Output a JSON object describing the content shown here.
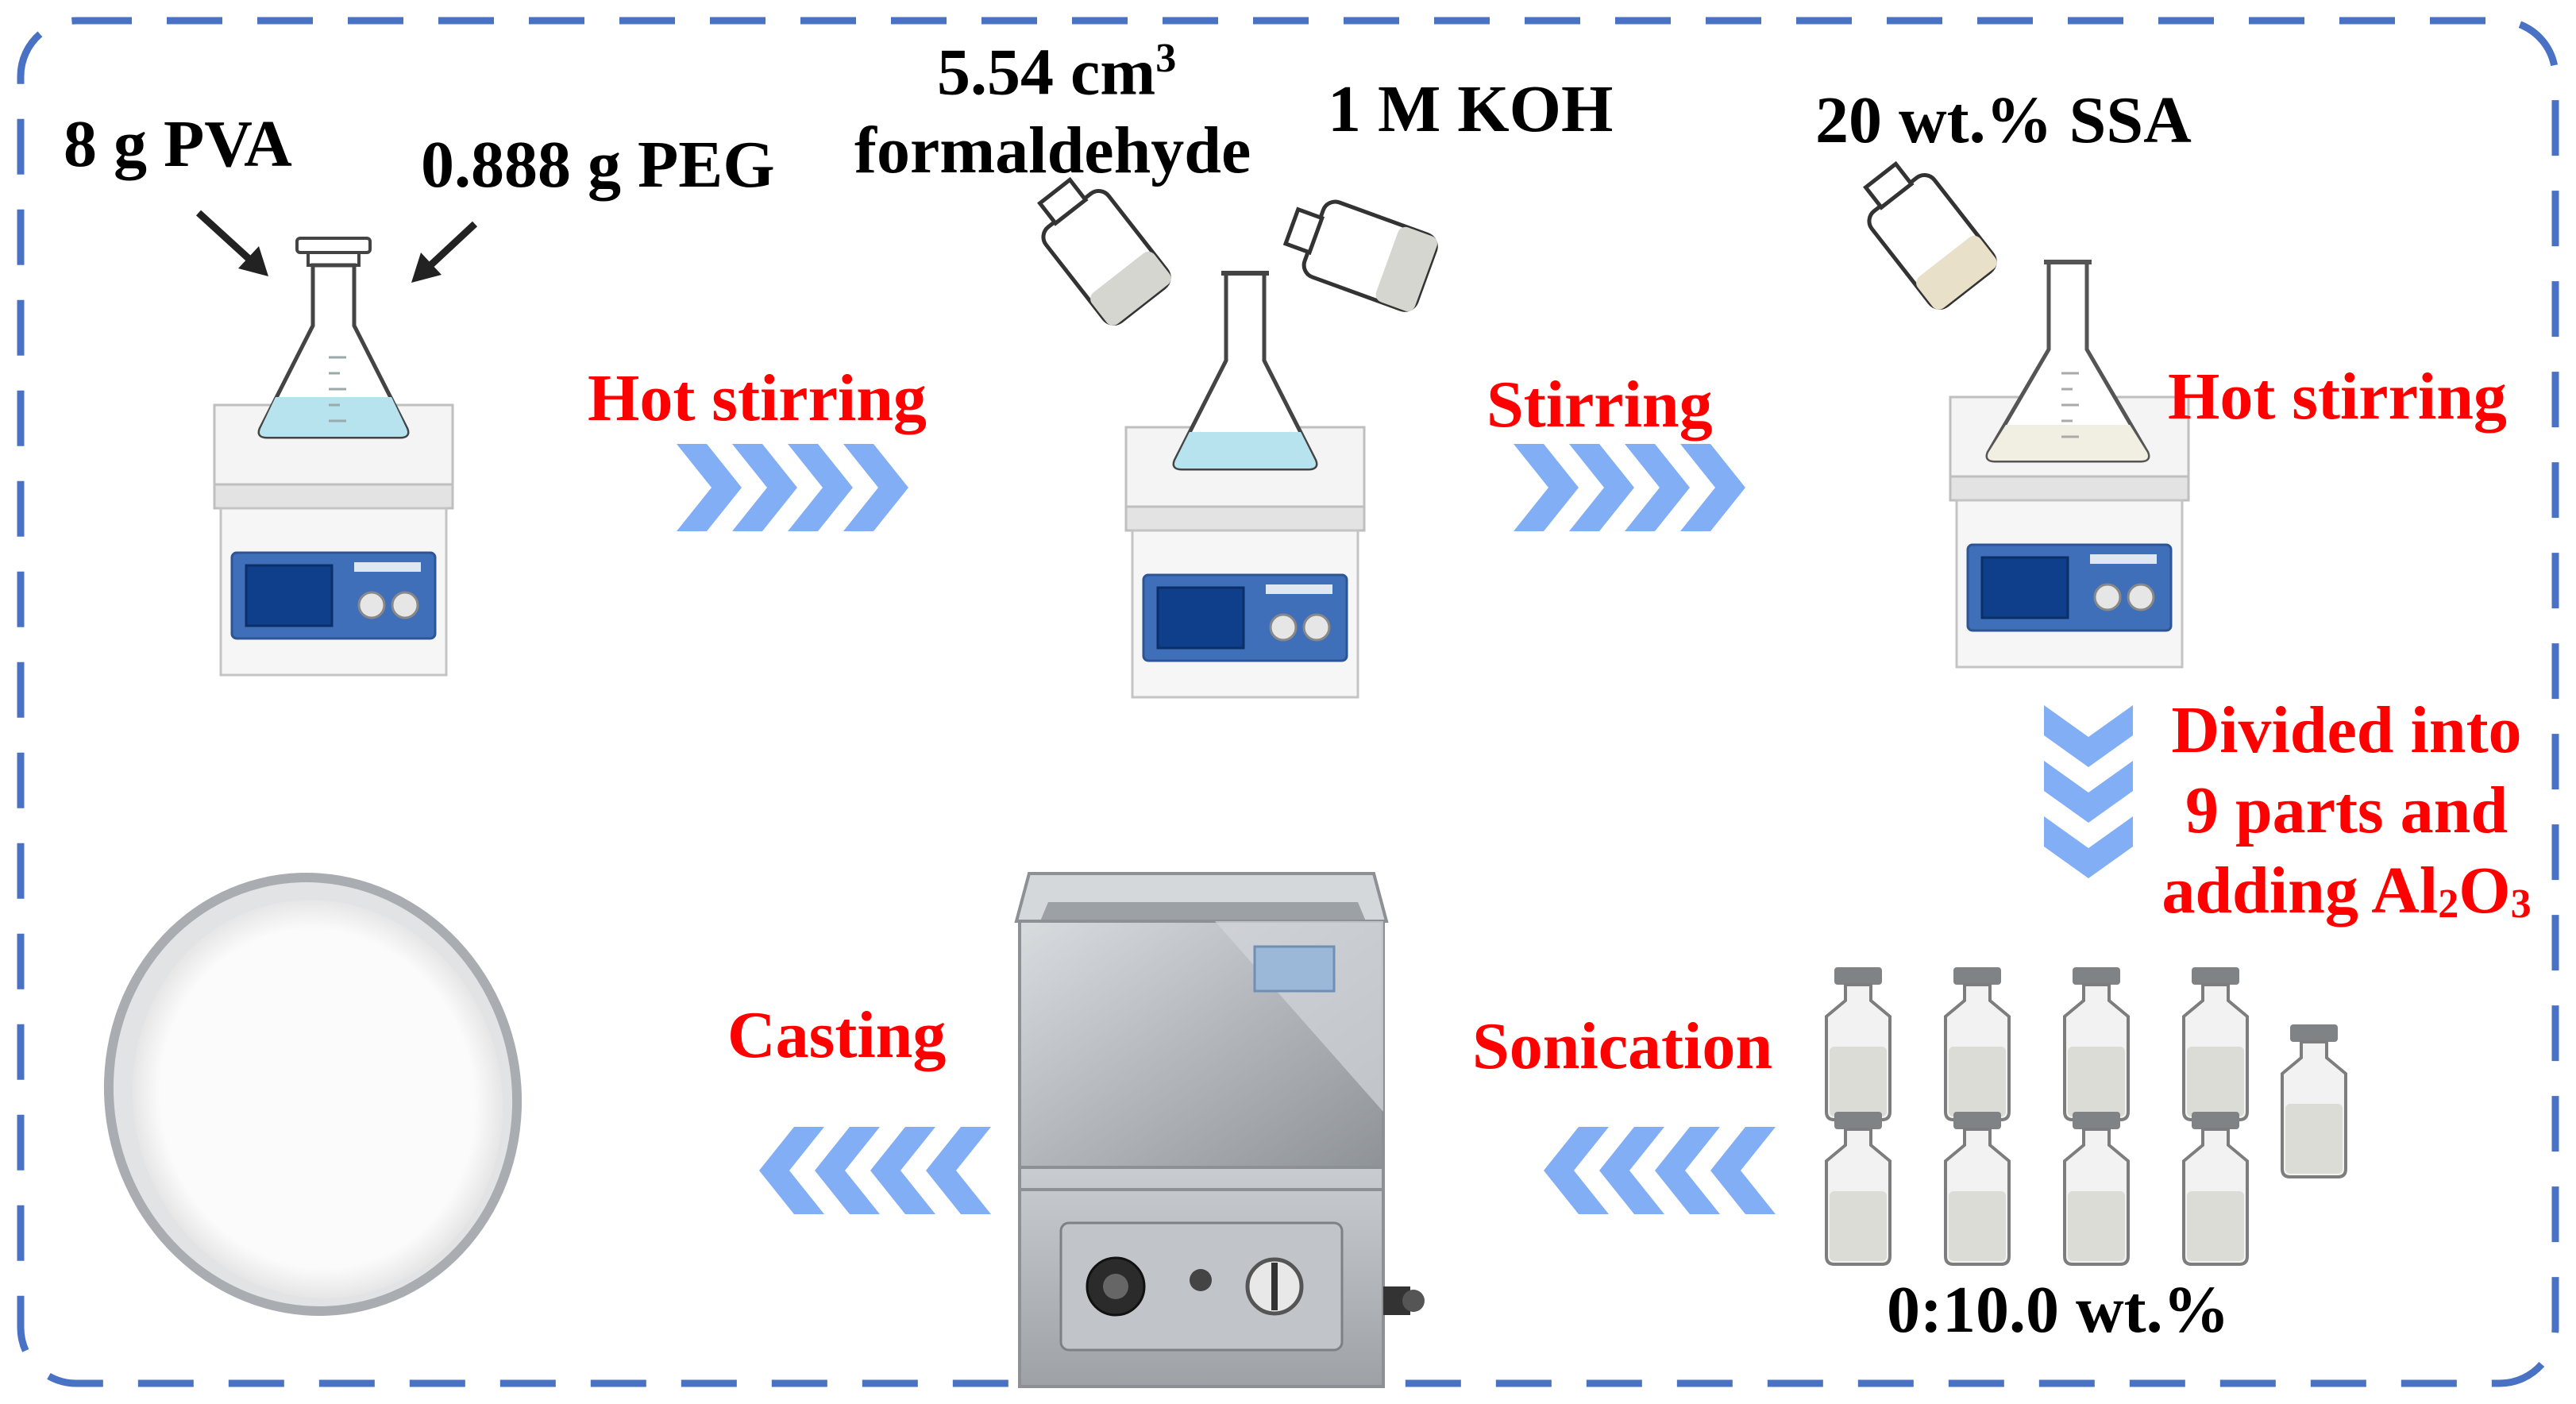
{
  "colors": {
    "border": "#4a72c4",
    "arrow": "#82aef5",
    "step_text": "#ff0000",
    "reagent_text": "#000000",
    "plate_blue": "#3f6fb8",
    "liquid": "#b7e3ee",
    "steel": "#b8bcc2"
  },
  "reagents": {
    "pva": "8 g PVA",
    "peg": "0.888 g PEG",
    "formaldehyde_amount": "5.54 cm",
    "formaldehyde_exp": "3",
    "formaldehyde_name": "formaldehyde",
    "koh": "1 M KOH",
    "ssa": "20 wt.% SSA"
  },
  "steps": {
    "hot_stirring_1": "Hot stirring",
    "stirring": "Stirring",
    "hot_stirring_2": "Hot stirring",
    "divided_line1": "Divided into",
    "divided_line2": "9 parts and",
    "divided_line3_pre": "adding Al",
    "divided_sub1": "2",
    "divided_mid": "O",
    "divided_sub2": "3",
    "sonication": "Sonication",
    "casting": "Casting"
  },
  "vials": {
    "range_label": "0:10.0 wt.%"
  },
  "icons": [
    "arrow-down-icon",
    "erlenmeyer-flask-icon",
    "hot-plate-stirrer-icon",
    "reagent-bottle-icon",
    "chevron-right-icon",
    "chevron-down-icon",
    "chevron-left-icon",
    "vial-icon",
    "ultrasonic-bath-icon",
    "petri-dish-icon"
  ]
}
